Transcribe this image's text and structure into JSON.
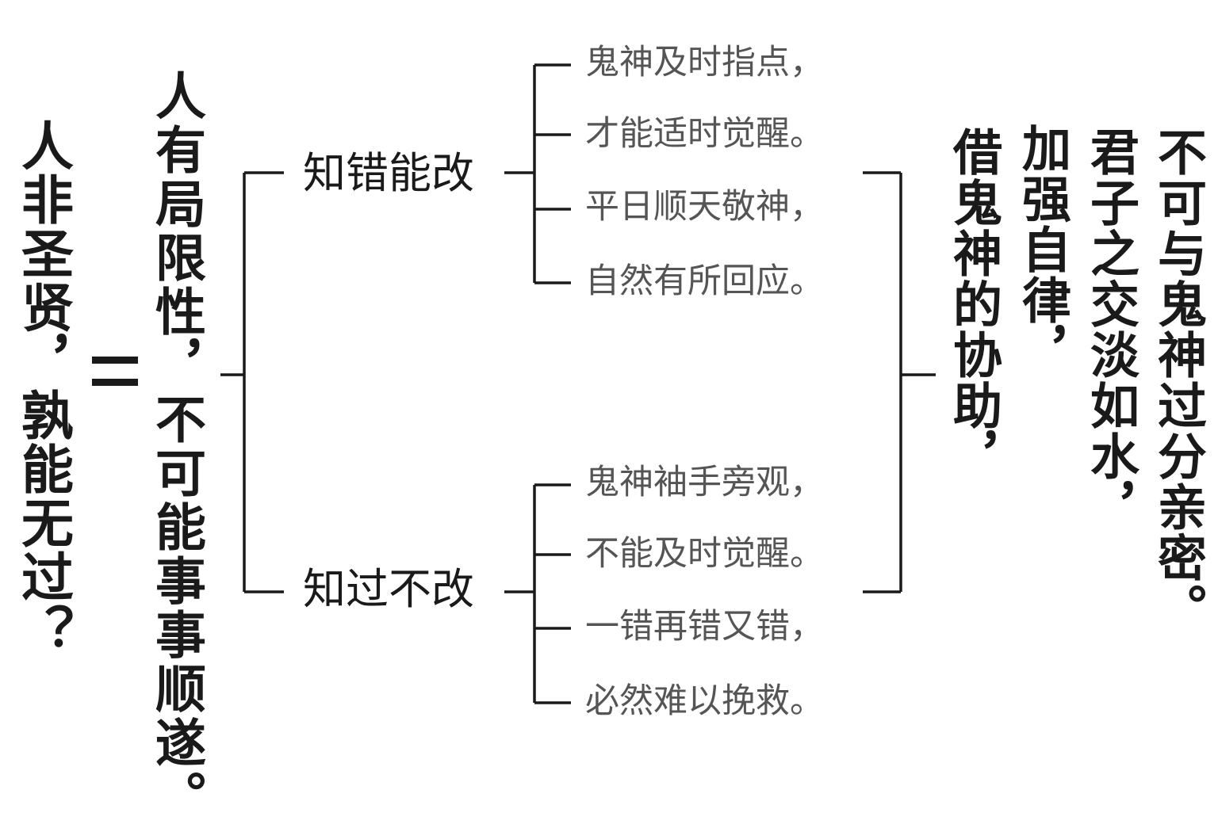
{
  "premise": "人非圣贤，孰能无过？",
  "equals_sign": "=",
  "limitation": "人有局限性，不可能事事顺遂。",
  "branches": [
    {
      "label": "知错能改",
      "outcomes": [
        "鬼神及时指点，",
        "才能适时觉醒。",
        "平日顺天敬神，",
        "自然有所回应。"
      ]
    },
    {
      "label": "知过不改",
      "outcomes": [
        "鬼神袖手旁观，",
        "不能及时觉醒。",
        "一错再错又错，",
        "必然难以挽救。"
      ]
    }
  ],
  "conclusion": [
    "借鬼神的协助，",
    "加强自律，",
    "君子之交淡如水，",
    "不可与鬼神过分亲密。"
  ]
}
